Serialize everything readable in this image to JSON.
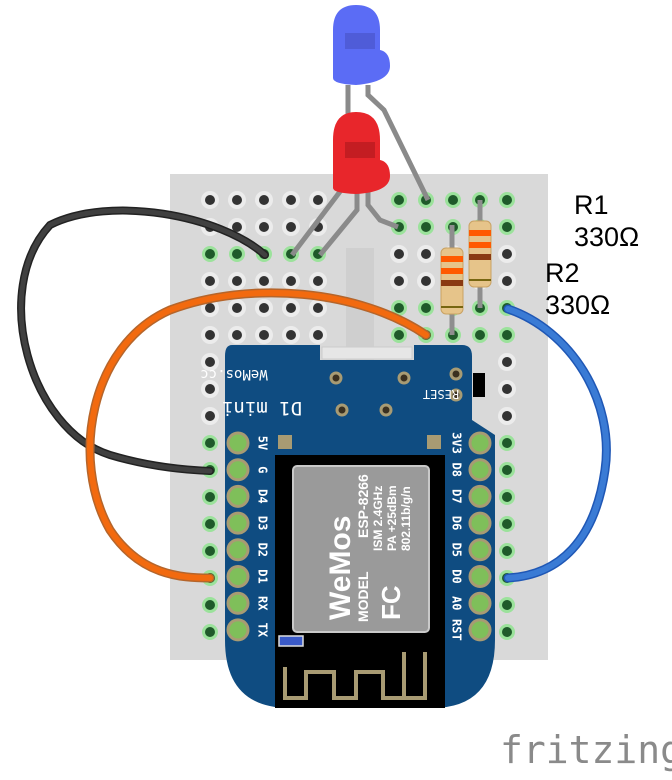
{
  "title": "WeMos D1 mini with two LEDs on breadboard",
  "components": {
    "board": {
      "name": "D1 mini",
      "brand": "WeMos.cc",
      "reset_label": "RESET",
      "left_pins": [
        "5V",
        "G",
        "D4",
        "D3",
        "D2",
        "D1",
        "RX",
        "TX"
      ],
      "right_pins": [
        "3V3",
        "D8",
        "D7",
        "D6",
        "D5",
        "D0",
        "A0",
        "RST"
      ],
      "module": {
        "logo": "WeMos",
        "model_label": "MODEL",
        "model": "ESP-8266",
        "lines": [
          "ISM 2.4GHz",
          "PA +25dBm",
          "802.11b/g/n"
        ],
        "cert": "FC"
      },
      "color": "#0f4c81"
    },
    "leds": [
      {
        "name": "LED blue",
        "color": "#5b6cf5"
      },
      {
        "name": "LED red",
        "color": "#e8262b"
      }
    ],
    "resistors": [
      {
        "ref": "R1",
        "value": "330Ω"
      },
      {
        "ref": "R2",
        "value": "330Ω"
      }
    ],
    "wires": [
      {
        "name": "black wire",
        "color": "#3a3a3a",
        "from": "G",
        "to": "breadboard row 3"
      },
      {
        "name": "orange wire",
        "color": "#f26a0f",
        "from": "D1",
        "to": "breadboard row 6"
      },
      {
        "name": "blue wire",
        "color": "#3a7bd5",
        "from": "D0",
        "to": "breadboard row 5"
      }
    ]
  },
  "labels": {
    "r1_ref": "R1",
    "r1_value": "330Ω",
    "r2_ref": "R2",
    "r2_value": "330Ω"
  },
  "watermark": "fritzing"
}
